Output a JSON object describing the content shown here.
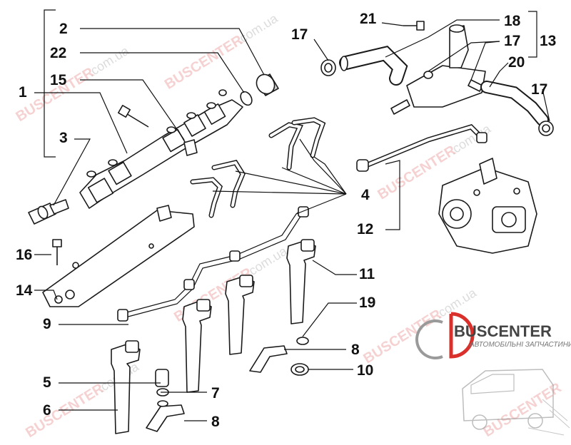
{
  "callouts": {
    "c2": "2",
    "c22": "22",
    "c15": "15",
    "c1": "1",
    "c3": "3",
    "c16": "16",
    "c14": "14",
    "c9": "9",
    "c5": "5",
    "c6": "6",
    "c7": "7",
    "c8a": "8",
    "c8b": "8",
    "c10": "10",
    "c19": "19",
    "c11": "11",
    "c12": "12",
    "c4": "4",
    "c17a": "17",
    "c21": "21",
    "c18": "18",
    "c17b": "17",
    "c13": "13",
    "c20": "20",
    "c17c": "17"
  },
  "watermark": {
    "brand": "BUSCENTER",
    "domain": ".com.ua"
  },
  "logo": {
    "name": "BUSCENTER",
    "tagline": "АВТОМОБІЛЬНІ ЗАПЧАСТИНИ"
  },
  "colors": {
    "line": "#111111",
    "watermark": "#e05a5a",
    "logo_red": "#d9302c"
  }
}
